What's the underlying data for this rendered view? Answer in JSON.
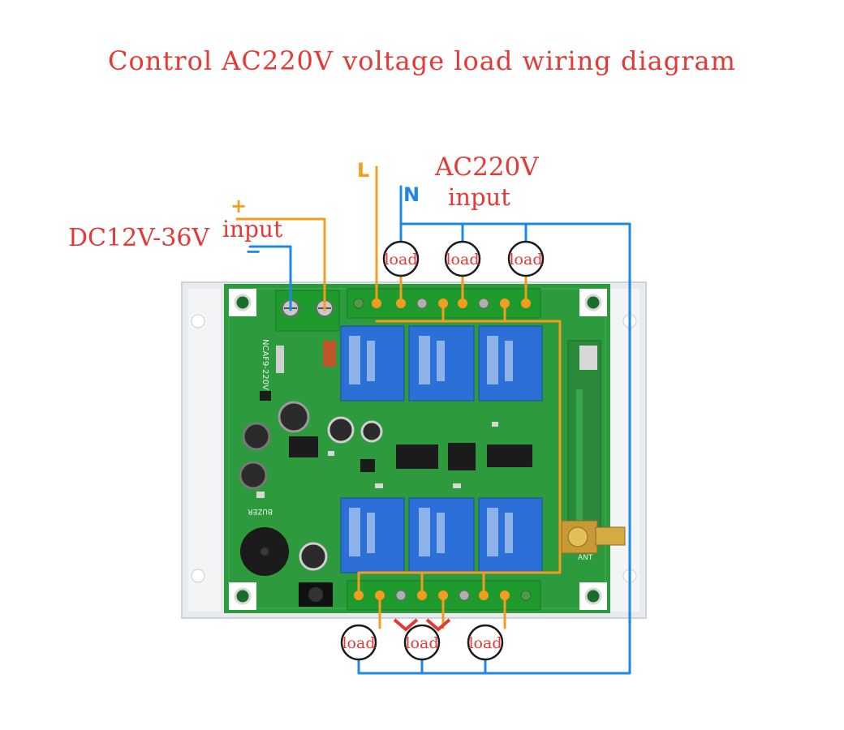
{
  "title": "Control AC220V voltage load wiring diagram",
  "ac_input": {
    "line1": "AC220V",
    "line2": "input"
  },
  "dc_input": {
    "label": "DC12V-36V",
    "input": "input",
    "plus": "+",
    "minus": "−"
  },
  "wire_labels": {
    "live": "L",
    "neutral": "N"
  },
  "load_label": "load",
  "board_text": {
    "model": "NCAF9-220V",
    "buzzer": "BUZER",
    "ant": "ANT"
  },
  "colors": {
    "title": "#e53935",
    "live_wire": "#f39c1f",
    "neutral_wire": "#1e88e5",
    "pcb": "#2e9a3e",
    "relay": "#2c6fd6"
  }
}
